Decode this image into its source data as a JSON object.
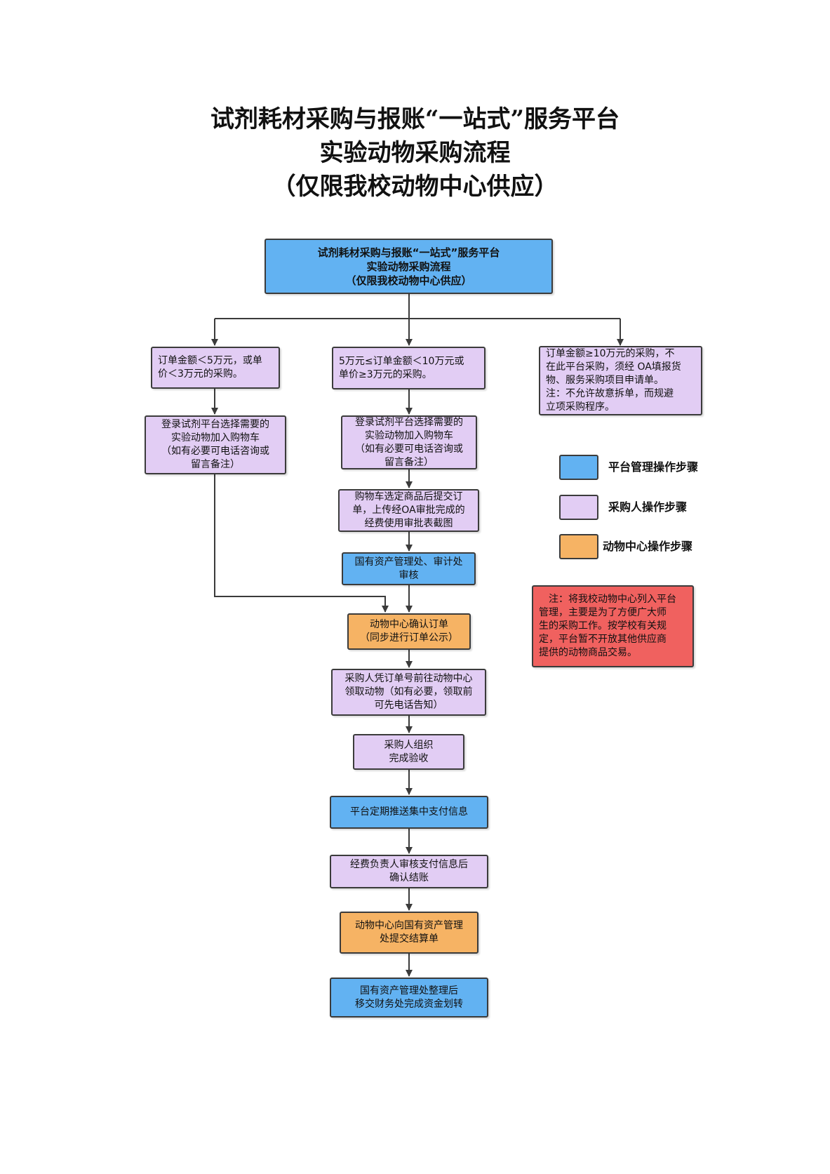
{
  "title": {
    "line1": "试剂耗材采购与报账“一站式”服务平台",
    "line2": "实验动物采购流程",
    "line3": "（仅限我校动物中心供应）"
  },
  "nodes": {
    "header": {
      "l1": "试剂耗材采购与报账“一站式”服务平台",
      "l2": "实验动物采购流程",
      "l3": "（仅限我校动物中心供应）",
      "color": "#62b2f2"
    },
    "cond_small": {
      "l1": "订单金额＜5万元，或单",
      "l2": "价＜3万元的采购。",
      "color": "#e2cdf4"
    },
    "cond_mid": {
      "l1": "5万元≤订单金额＜10万元或",
      "l2": "单价≥3万元的采购。",
      "color": "#e2cdf4"
    },
    "cond_large": {
      "l1": "订单金额≥10万元的采购，不",
      "l2": "在此平台采购，须经 OA填报货",
      "l3": "物、服务采购项目申请单。",
      "l4": "注：不允许故意拆单，而规避",
      "l5": "立项采购程序。",
      "color": "#e2cdf4"
    },
    "login_left": {
      "l1": "登录试剂平台选择需要的",
      "l2": "实验动物加入购物车",
      "l3": "（如有必要可电话咨询或",
      "l4": "留言备注）",
      "color": "#e2cdf4"
    },
    "login_mid": {
      "l1": "登录试剂平台选择需要的",
      "l2": "实验动物加入购物车",
      "l3": "（如有必要可电话咨询或",
      "l4": "留言备注）",
      "color": "#e2cdf4"
    },
    "submit_order": {
      "l1": "购物车选定商品后提交订",
      "l2": "单，上传经OA审批完成的",
      "l3": "经费使用审批表截图",
      "color": "#e2cdf4"
    },
    "asset_audit": {
      "l1": "国有资产管理处、审计处",
      "l2": "审核",
      "color": "#62b2f2"
    },
    "center_confirm": {
      "l1": "动物中心确认订单",
      "l2": "（同步进行订单公示）",
      "color": "#f6b364"
    },
    "pickup": {
      "l1": "采购人凭订单号前往动物中心",
      "l2": "领取动物（如有必要，领取前",
      "l3": "可先电话告知）",
      "color": "#e2cdf4"
    },
    "acceptance": {
      "l1": "采购人组织",
      "l2": "完成验收",
      "color": "#e2cdf4"
    },
    "push_payment": {
      "l1": "平台定期推送集中支付信息",
      "color": "#62b2f2"
    },
    "confirm_settle": {
      "l1": "经费负责人审核支付信息后",
      "l2": "确认结账",
      "color": "#e2cdf4"
    },
    "submit_statement": {
      "l1": "动物中心向国有资产管理",
      "l2": "处提交结算单",
      "color": "#f6b364"
    },
    "transfer_funds": {
      "l1": "国有资产管理处整理后",
      "l2": "移交财务处完成资金划转",
      "color": "#62b2f2"
    }
  },
  "legend": [
    {
      "label": "平台管理操作步骤",
      "color": "#62b2f2"
    },
    {
      "label": "采购人操作步骤",
      "color": "#e2cdf4"
    },
    {
      "label": "动物中心操作步骤",
      "color": "#f6b364"
    }
  ],
  "note": {
    "l1": "注：将我校动物中心列入平台",
    "l2": "管理，主要是为了方便广大师",
    "l3": "生的采购工作。按学校有关规",
    "l4": "定，平台暂不开放其他供应商",
    "l5": "提供的动物商品交易。",
    "color": "#f0615f"
  }
}
